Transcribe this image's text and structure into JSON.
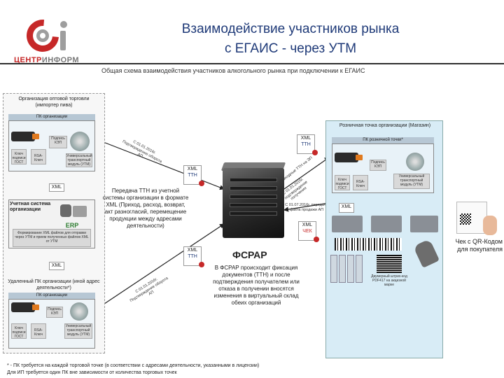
{
  "header": {
    "brand_part1": "ЦЕНТР",
    "brand_part2": "ИНФОРМ",
    "title_line1": "Взаимодействие участников рынка",
    "title_line2": "с ЕГАИС - через УТМ",
    "scheme_title": "Общая схема взаимодействия участников алкогольного рынка при подключении к ЕГАИС"
  },
  "left": {
    "wholesale_title": "Организация оптовой торговли (импортер пива)",
    "pk_org": "ПК организации",
    "sign": "Подпись КЭП",
    "gost_key": "Ключ подписи ГОСТ",
    "rsa_key": "RSA-Ключ",
    "utm_module": "Универсальный транспортный модуль (УТМ)",
    "accounting": "Учетная система организации",
    "erp": "ERP",
    "accounting_note": "Формирование XML файлов для отправки через УТМ и прием полученных файлов XML от УТМ",
    "remote_title": "Удаленный ПК организации (иной адрес деятельности*)",
    "pk_org2": "ПК организации",
    "sign2": "Подпись КЭП",
    "gost_key2": "Ключ подписи ГОСТ",
    "rsa_key2": "RSA-Ключ",
    "utm_module2": "Универсальный транспортный модуль (УТМ)"
  },
  "files": {
    "xml": "XML",
    "tth": "ТТН",
    "check": "ЧЕК"
  },
  "center": {
    "dates_top": "С 01.01.2016г. Подтверждение оборота АП",
    "dates_bottom": "С 01.01.2016г. Подтверждение оборота АП",
    "transfer_note": "Передача ТТН из учетной системы организации в формате XML (Приход, расход, возврат, акт разногласий, перемещение продукции между адресами деятельности)",
    "fsrar": "ФСРАР",
    "fsrar_note": "В ФСРАР происходит фиксация документов (ТТН) и после подтверждения получателем или отказа в получении вносятся изменения в виртуальный склад обеих организаций"
  },
  "right": {
    "retail_title": "Розничная точка организации (Магазин)",
    "pk_retail": "ПК розничной точки*",
    "sign": "Подпись КЭП",
    "gost_key": "Ключ подписи ГОСТ",
    "rsa_key": "RSA-Ключ",
    "utm_module": "Универсальный транспортный модуль (УТМ)",
    "rot_confirm": "Приходные ТТН на ЭП",
    "rot_date1": "С 01.01.2016г. подтверждение получения",
    "rot_date2": "С 01.07.2016г. передача факта продажи АП",
    "barcode_note": "Двумерный штрих-код PDF417 на акцизной марке",
    "qr_note": "Чек с QR-Кодом для покупателя"
  },
  "footnote": {
    "line1": "* - ПК требуется на каждой торговой точке (в соответствии с адресами деятельности, указанными в лицензии)",
    "line2": "Для ИП требуется один ПК вне зависимости от количества торговых точек"
  },
  "colors": {
    "title_blue": "#1f3a78",
    "brand_red": "#c62828",
    "panel_blue": "#d8ecf6",
    "arrow_red": "#c62828"
  }
}
